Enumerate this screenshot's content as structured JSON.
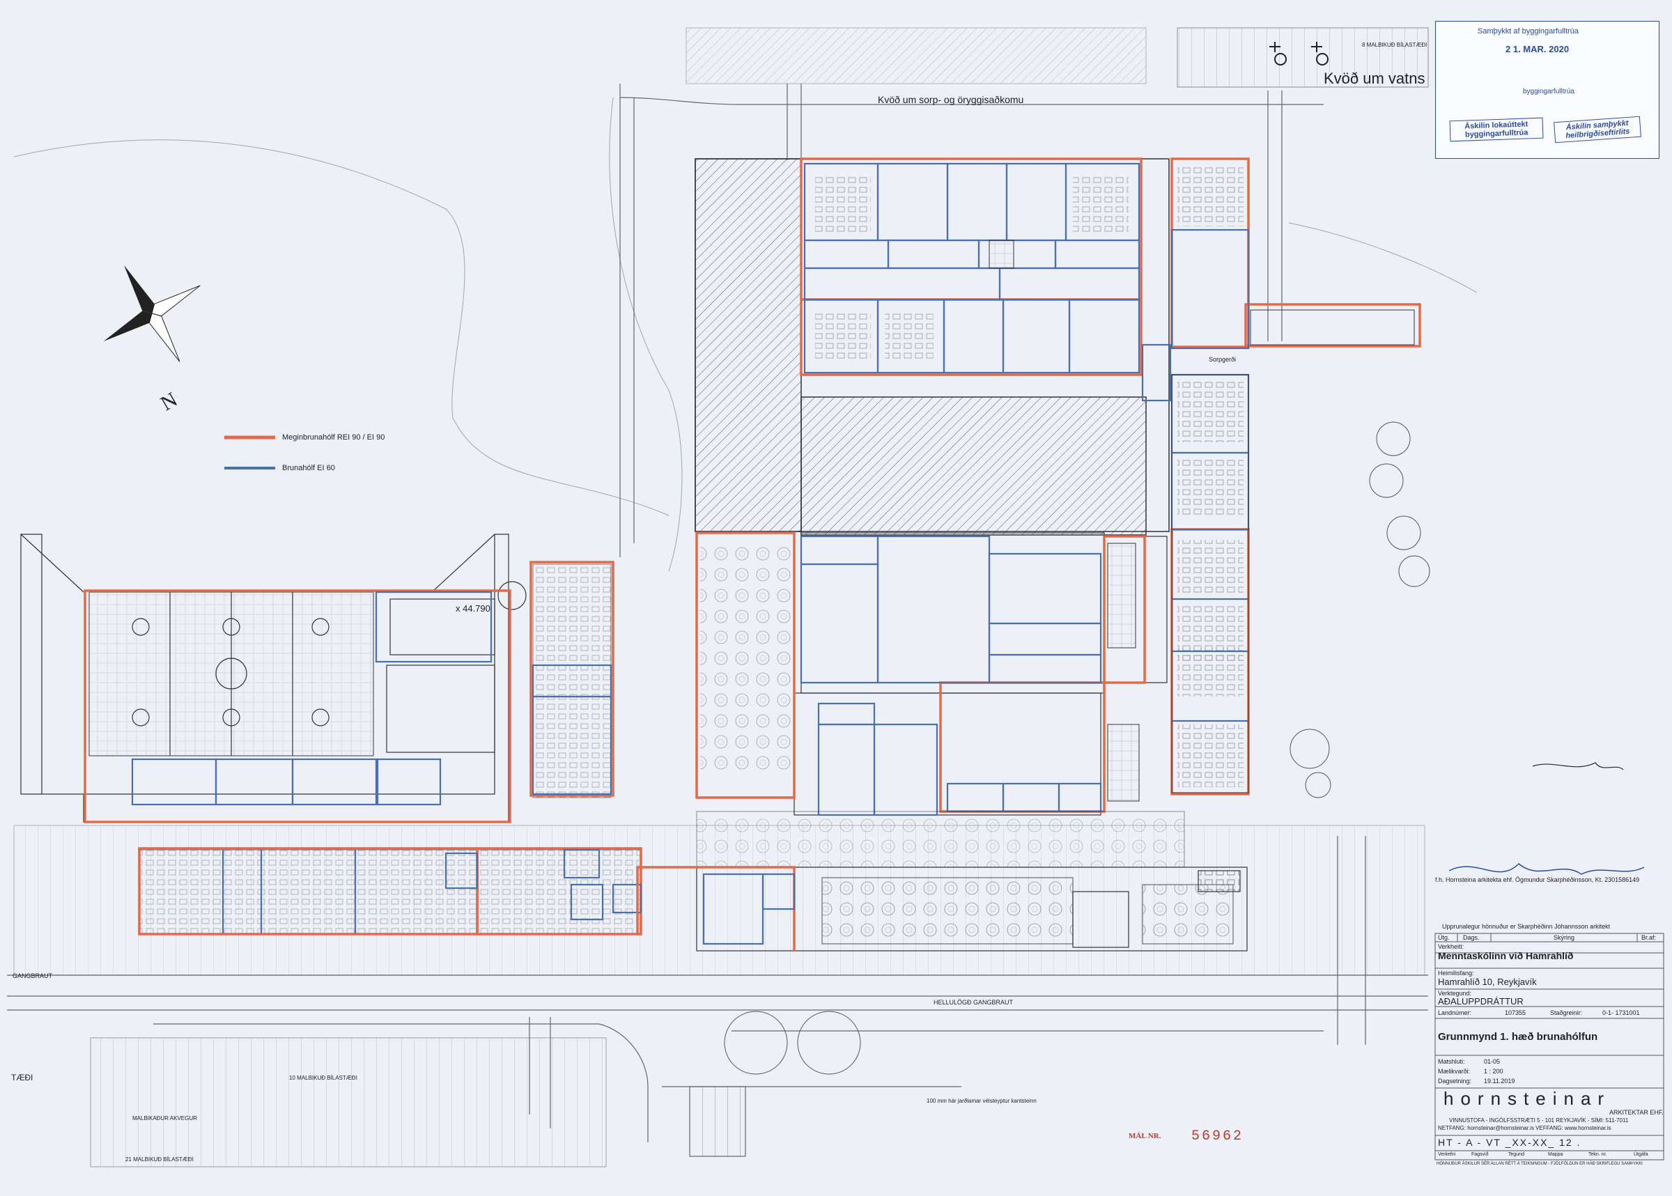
{
  "north": {
    "label": "N"
  },
  "legend": {
    "major_label": "Meginbrunahólf REI 90 / EI 90",
    "minor_label": "Brunahólf  EI 60",
    "major_color": "#e06a4a",
    "minor_color": "#4a6fb0"
  },
  "site_labels": {
    "waste_access": "Kvöð um sorp- og öryggisaðkomu",
    "water_access": "Kvöð um vatns",
    "parking_top": "8 MALBIKUÐ BÍLASTÆÐI",
    "sorpgerdi": "Sorpgerði",
    "gangbraut": "GANGBRAUT",
    "taedi": "TÆÐI",
    "parking_bottom": "10 MALBIKUÐ BÍLASTÆÐI",
    "road": "MALBIKAÐUR AKVEGUR",
    "parking_bottom2": "21 MALBIKUÐ BÍLASTÆÐI",
    "hellulogd": "HELLULÖGÐ GANGBRAUT",
    "note_curb": "100 mm hár jarðlamar vélsteyptur kantsteinn",
    "elevation": "x 44.790"
  },
  "stamp": {
    "title": "Samþykkt af byggingarfulltrúa",
    "date": "2 1. MAR. 2020",
    "role": "byggingarfulltrúa",
    "box1": "Áskilin lokaúttekt byggingarfulltrúa",
    "box2": "Áskilin samþykkt heilbrigðiseftirlits"
  },
  "signatures": {
    "designer": "f.h. Hornsteina arkitekta ehf. Ögmundur Skarphéðinsson, Kt. 2301586149",
    "original": "Upprunalegur hönnuður er Skarphéðinn Jóhannsson arkitekt"
  },
  "title_block": {
    "rev_header": {
      "utg": "Útg.",
      "dags": "Dags.",
      "skyring": "Skýring",
      "braf": "Br.af:"
    },
    "project_label": "Verkheiti:",
    "project": "Menntaskólinn við Hamrahlíð",
    "address_label": "Heimilisfang:",
    "address": "Hamrahlíð 10, Reykjavík",
    "type_label": "Verktegund:",
    "type": "AÐALUPPDRÁTTUR",
    "landnr_label": "Landnúmer:",
    "landnr": "107355",
    "stadgreinir_label": "Staðgreinir:",
    "stadgreinir": "0-1- 1731001",
    "sheet_title": "Grunnmynd 1. hæð brunahólfun",
    "matshluti_label": "Matshluti:",
    "matshluti": "01-05",
    "scale_label": "Mælikvarði:",
    "scale": "1 : 200",
    "date_label": "Dagsetning:",
    "date": "19.11.2019",
    "firm": "hornsteinar",
    "firm_sub": "ARKITEKTAR EHF.",
    "firm_address": "VINNUSTOFA - INGÓLFSSTRÆTI 5 - 101 REYKJAVÍK - SÍMI: 511-7011",
    "firm_web": "NETFANG: hornsteinar@hornsteinar.is     VEFFANG: www.hornsteinar.is",
    "sheet_number": "HT - A - VT _XX-XX_  12  .",
    "sheet_number_parts": [
      "Verkefni",
      "Fagsvið",
      "Tegund",
      "Mappa",
      "Tekn. nr.",
      "Útgáfa"
    ],
    "footer": "HÖNNUÐUR ÁSKILUR SÉR ALLAN RÉTT Á TEIKNINGUM - FJÖLFÖLDUN ER HÁÐ SKRIFLEGU SAMÞYKKI"
  },
  "mal_nr": {
    "label": "MÁL NR.",
    "value": "56962"
  }
}
